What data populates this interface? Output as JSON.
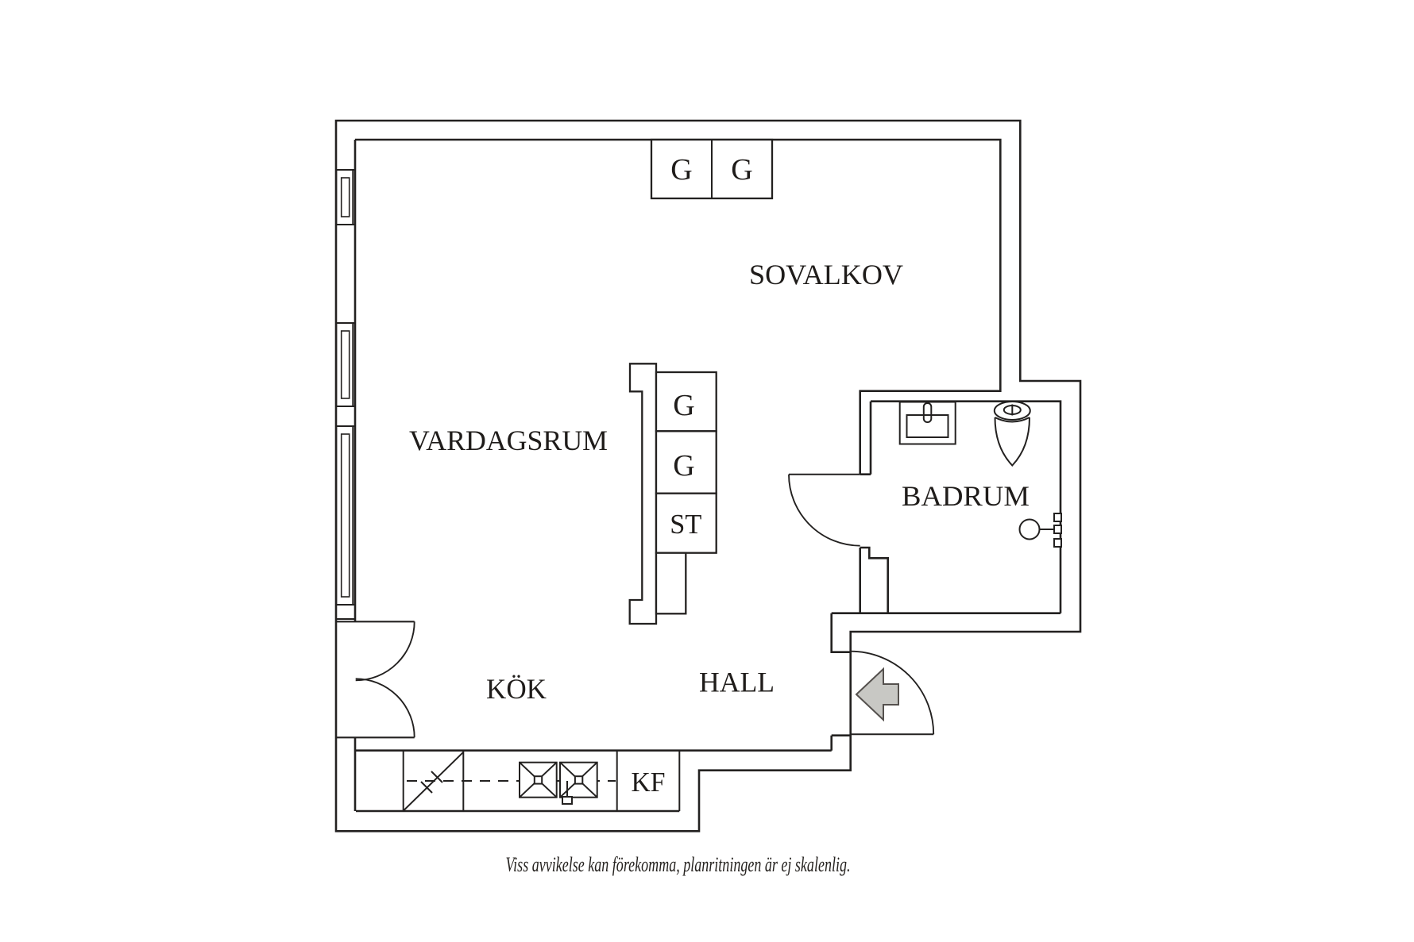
{
  "floor_plan": {
    "rooms": {
      "sovalkov": "SOVALKOV",
      "vardagsrum": "VARDAGSRUM",
      "badrum": "BADRUM",
      "kok": "KÖK",
      "hall": "HALL"
    },
    "closets": {
      "top_g_left": "G",
      "top_g_right": "G",
      "mid_g_upper": "G",
      "mid_g_lower": "G",
      "mid_st": "ST",
      "kf": "KF"
    },
    "caption": "Viss avvikelse kan förekomma, planritningen är ej skalenlig.",
    "colors": {
      "line": "#232120",
      "background": "#ffffff",
      "arrow_fill": "#c8c8c4",
      "arrow_stroke": "#55514e"
    }
  }
}
